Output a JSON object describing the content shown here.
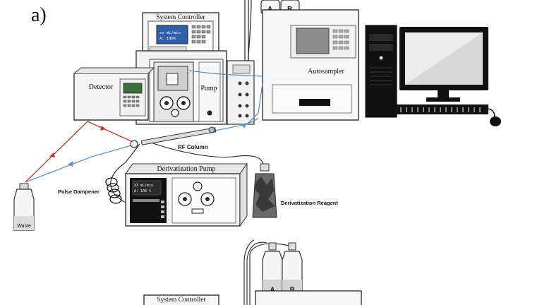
{
  "panel_label": "a)",
  "system_controller": {
    "label": "System Controller",
    "screen_line1": "xx mL/min",
    "screen_line2": "A: 100%"
  },
  "detector": {
    "label": "Detector"
  },
  "pump": {
    "label": "Pump"
  },
  "autosampler": {
    "label": "Autosampler"
  },
  "bottles": {
    "a": "A",
    "b": "B"
  },
  "column": {
    "label": "RF Column"
  },
  "derivatization_pump": {
    "label": "Derivatization Pump",
    "screen_line1": "XX mL/min",
    "screen_line2": "A: 100 %"
  },
  "pulse_dampener": {
    "label": "Pulse Dampener"
  },
  "reagent": {
    "label": "Derivatization Reagent"
  },
  "waste": {
    "label": "Waste"
  },
  "lower_panel": {
    "controller_label": "System Controller"
  },
  "colors": {
    "red_line": "#c0392b",
    "blue_line": "#5b8fc7",
    "screen_blue": "#2f5fa8",
    "monitor_dark": "#111111"
  }
}
